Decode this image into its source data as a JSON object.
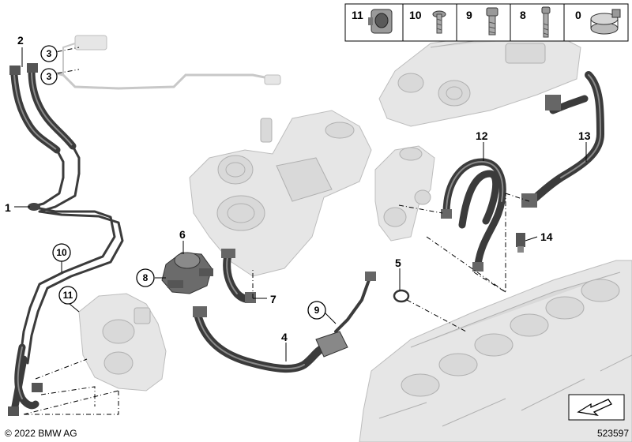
{
  "legend": {
    "items": [
      {
        "number": "11",
        "icon": "quick-connector-icon"
      },
      {
        "number": "10",
        "icon": "torx-screw-icon"
      },
      {
        "number": "9",
        "icon": "hex-socket-bolt-icon"
      },
      {
        "number": "8",
        "icon": "long-bolt-icon"
      },
      {
        "number": "0",
        "icon": "hose-clamp-icon"
      }
    ]
  },
  "callouts": {
    "c1": "1",
    "c2": "2",
    "c3a": "3",
    "c3b": "3",
    "c4": "4",
    "c5": "5",
    "c6": "6",
    "c7": "7",
    "c8": "8",
    "c9": "9",
    "c10": "10",
    "c11": "11",
    "c12": "12",
    "c13": "13",
    "c14": "14"
  },
  "footer": {
    "copyright": "© 2022 BMW AG",
    "diagram_number": "523597"
  }
}
